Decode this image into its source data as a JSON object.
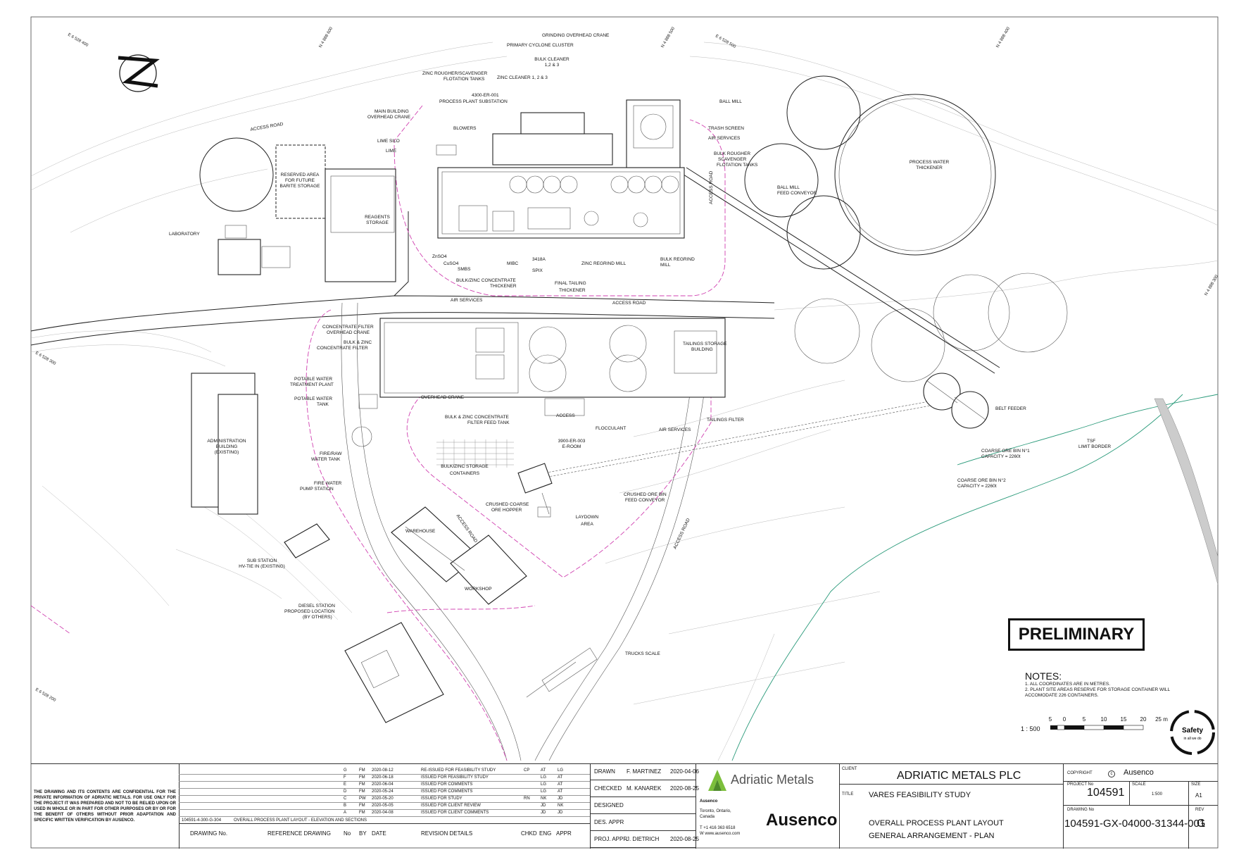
{
  "labels": {
    "grinding_crane": "GRINDING OVERHEAD CRANE",
    "primary_cyclone": "PRIMARY CYCLONE CLUSTER",
    "bulk_cleaner": "BULK CLEANER",
    "bulk_cleaner_2": "1,2 & 3",
    "zinc_rougher": "ZINC ROUGHER/SCAVENGER",
    "zinc_rougher_2": "FLOTATION TANKS",
    "zinc_cleaner": "ZINC CLEANER 1, 2 & 3",
    "substation": "4300-ER-001",
    "substation_2": "PROCESS PLANT SUBSTATION",
    "main_building": "MAIN BUILDING",
    "main_building_2": "OVERHEAD CRANE",
    "blowers": "BLOWERS",
    "lime_silo": "LIME SILO",
    "lime": "LIME",
    "ball_mill": "BALL MILL",
    "trash_screen": "TRASH SCREEN",
    "air_services_1": "AIR SERVICES",
    "bulk_rougher": "BULK ROUGHER",
    "bulk_rougher_2": "SCAVENGER",
    "bulk_rougher_3": "FLOTATION TANKS",
    "ball_mill_feed": "BALL MILL",
    "ball_mill_feed_2": "FEED CONVEYOR",
    "process_water": "PROCESS WATER",
    "process_water_2": "THICKENER",
    "reserved_area": "RESERVED AREA",
    "reserved_area_2": "FOR FUTURE",
    "reserved_area_3": "BARITE STORAGE",
    "reagents": "REAGENTS",
    "reagents_2": "STORAGE",
    "laboratory": "LABORATORY",
    "znso4": "ZnSO4",
    "cuso4": "CuSO4",
    "smbs": "SMBS",
    "mibc": "MIBC",
    "a3418": "3418A",
    "spix": "SPIX",
    "zinc_regrind": "ZINC REGRIND MILL",
    "bulk_regrind": "BULK REGRIND",
    "bulk_regrind_2": "MILL",
    "bulk_zinc_thickener": "BULK/ZINC CONCENTRATE",
    "bulk_zinc_thickener_2": "THICKENER",
    "final_tailing": "FINAL TAILING",
    "final_tailing_2": "THICKENER",
    "air_services_2": "AIR SERVICES",
    "access_road_1": "ACCESS ROAD",
    "access_road_2": "ACCESS ROAD",
    "access_road_3": "ACCESS ROAD",
    "access_road_4": "ACCESS ROAD",
    "access_road_5": "ACCESS ROAD",
    "conc_filter_crane": "CONCENTRATE FILTER",
    "conc_filter_crane_2": "OVERHEAD CRANE",
    "bulk_zinc_filter": "BULK & ZINC",
    "bulk_zinc_filter_2": "CONCENTRATE FILTER",
    "tailings_storage": "TAILINGS STORAGE",
    "tailings_storage_2": "BUILDING",
    "potable_plant": "POTABLE WATER",
    "potable_plant_2": "TREATMENT PLANT",
    "potable_tank": "POTABLE WATER",
    "potable_tank_2": "TANK",
    "overhead_crane": "OVERHEAD CRANE",
    "filter_feed_tank": "BULK & ZINC CONCENTRATE",
    "filter_feed_tank_2": "FILTER FEED TANK",
    "access": "ACCESS",
    "flocculant": "FLOCCULANT",
    "air_services_3": "AIR SERVICES",
    "tailings_filter": "TAILINGS FILTER",
    "eroom": "3900-ER-003",
    "eroom_2": "E-ROOM",
    "belt_feeder": "BELT FEEDER",
    "admin": "ADMINISTRATION",
    "admin_2": "BUILDING",
    "admin_3": "(EXISTING)",
    "fire_raw": "FIRE/RAW",
    "fire_raw_2": "WATER TANK",
    "bulk_zinc_storage": "BULK/ZINC STORAGE",
    "bulk_zinc_storage_2": "CONTAINERS",
    "fire_water_pump": "FIRE WATER",
    "fire_water_pump_2": "PUMP STATION",
    "coarse_bin_1": "COARSE ORE BIN N°1",
    "coarse_bin_1_2": "CAPACITY = 2260t",
    "coarse_bin_2": "COARSE ORE BIN N°2",
    "coarse_bin_2_2": "CAPACITY = 2260t",
    "tsf": "TSF",
    "tsf_2": "LIMIT BORDER",
    "crushed_hopper": "CRUSHED COARSE",
    "crushed_hopper_2": "ORE HOPPER",
    "crushed_conveyor": "CRUSHED ORE BIN",
    "crushed_conveyor_2": "FEED CONVEYOR",
    "laydown": "LAYDOWN",
    "laydown_2": "AREA",
    "warehouse": "WAREHOUSE",
    "workshop": "WORKSHOP",
    "sub_station": "SUB STATION",
    "sub_station_2": "HV-TIE IN (EXISTING)",
    "diesel": "DIESEL STATION",
    "diesel_2": "PROPOSED LOCATION",
    "diesel_3": "(BY OTHERS)",
    "trucks_scale": "TRUCKS SCALE"
  },
  "coords": {
    "e_top_left": "E 6 528 400",
    "n_top_1": "N 4 888 600",
    "n_top_2": "N 4 888 500",
    "e_top_right": "E 6 528 500",
    "n_top_right": "N 4 888 400",
    "n_right": "N 4 888 300",
    "e_left_mid": "E 6 528 300",
    "e_left_bottom": "E 6 528 200"
  },
  "preliminary": "PRELIMINARY",
  "notes": {
    "title": "NOTES:",
    "items": [
      "1.  ALL COORDINATES ARE IN METRES.",
      "2.  PLANT SITE AREAS RESERVE FOR STORAGE CONTAINER WILL",
      "     ACCOMODATE 226 CONTAINERS."
    ]
  },
  "scale_bar": {
    "ratio": "1 : 500",
    "ticks": [
      "5",
      "0",
      "5",
      "10",
      "15",
      "20",
      "25 m"
    ]
  },
  "safety": {
    "line1": "Safety",
    "line2": "in all we do"
  },
  "title_block": {
    "confidential": "THE DRAWING AND ITS CONTENTS ARE CONFIDENTIAL FOR THE PRIVATE INFORMATION OF ADRIATIC METALS. FOR USE ONLY FOR THE PROJECT IT WAS PREPARED AND NOT TO BE RELIED UPON OR USED IN WHOLE OR IN PART FOR OTHER PURPOSES OR BY OR FOR THE BENEFIT OF OTHERS WITHOUT PRIOR ADAPTATION AND SPECIFIC WRITTEN VERIFICATION BY AUSENCO.",
    "ref_drawing_no": "104591-4-300-G-304",
    "ref_drawing_title": "OVERALL PROCESS PLANT LAYOUT - ELEVATION AND SECTIONS",
    "headers": {
      "drawing_no": "DRAWING No.",
      "reference_drawing": "REFERENCE DRAWING",
      "no": "No",
      "by": "BY",
      "date": "DATE",
      "revision_details": "REVISION DETAILS",
      "chkd": "CHKD",
      "eng": "ENG",
      "appr": "APPR"
    },
    "revisions": [
      {
        "no": "G",
        "by": "FM",
        "date": "2020-08-12",
        "details": "RE-ISSUED FOR FEASIBILITY STUDY",
        "chkd": "CP",
        "eng": "AT",
        "appr": "LG"
      },
      {
        "no": "F",
        "by": "FM",
        "date": "2020-06-18",
        "details": "ISSUED FOR FEASIBILITY STUDY",
        "chkd": "",
        "eng": "LG",
        "appr": "AT"
      },
      {
        "no": "E",
        "by": "FM",
        "date": "2020-06-04",
        "details": "ISSUED FOR COMMENTS",
        "chkd": "",
        "eng": "LG",
        "appr": "AT"
      },
      {
        "no": "D",
        "by": "FM",
        "date": "2020-05-24",
        "details": "ISSUED FOR COMMENTS",
        "chkd": "",
        "eng": "LG",
        "appr": "AT"
      },
      {
        "no": "C",
        "by": "PW",
        "date": "2020-05-20",
        "details": "ISSUED FOR STUDY",
        "chkd": "RN",
        "eng": "NK",
        "appr": "JD"
      },
      {
        "no": "B",
        "by": "FM",
        "date": "2020-05-05",
        "details": "ISSUED FOR CLIENT REVIEW",
        "chkd": "",
        "eng": "JD",
        "appr": "NK"
      },
      {
        "no": "A",
        "by": "FM",
        "date": "2020-04-08",
        "details": "ISSUED FOR CLIENT COMMENTS",
        "chkd": "",
        "eng": "JD",
        "appr": "JD"
      }
    ],
    "signoffs": [
      {
        "role": "DRAWN",
        "name": "F. MARTINEZ",
        "date": "2020-04-06"
      },
      {
        "role": "CHECKED",
        "name": "M. KANAREK",
        "date": "2020-08-25"
      },
      {
        "role": "DESIGNED",
        "name": "",
        "date": ""
      },
      {
        "role": "DES. APPR",
        "name": "",
        "date": ""
      },
      {
        "role": "PROJ. APPR",
        "name": "J. DIETRICH",
        "date": "2020-08-25"
      }
    ],
    "client_logo": "Adriatic Metals",
    "ausenco_small": "Ausenco",
    "address_1": "Toronto, Ontario,",
    "address_2": "Canada",
    "phone": "T  +1 416 363 6518",
    "web": "W  www.ausenco.com",
    "ausenco_logo": "Ausenco",
    "client_label": "CLIENT",
    "client": "ADRIATIC METALS PLC",
    "title_label": "TITLE",
    "title_1": "VARES FEASIBILITY STUDY",
    "title_2": "OVERALL PROCESS PLANT LAYOUT",
    "title_3": "GENERAL ARRANGEMENT - PLAN",
    "copyright_label": "COPYRIGHT",
    "copyright_symbol": "c",
    "copyright": "Ausenco",
    "project_no_label": "PROJECT No",
    "project_no": "104591",
    "scale_label": "SCALE",
    "scale": "1:500",
    "size_label": "SIZE",
    "size": "A1",
    "drawing_no_label": "DRAWING No",
    "drawing_no": "104591-GX-04000-31344-001",
    "rev_label": "REV",
    "rev": "G"
  }
}
